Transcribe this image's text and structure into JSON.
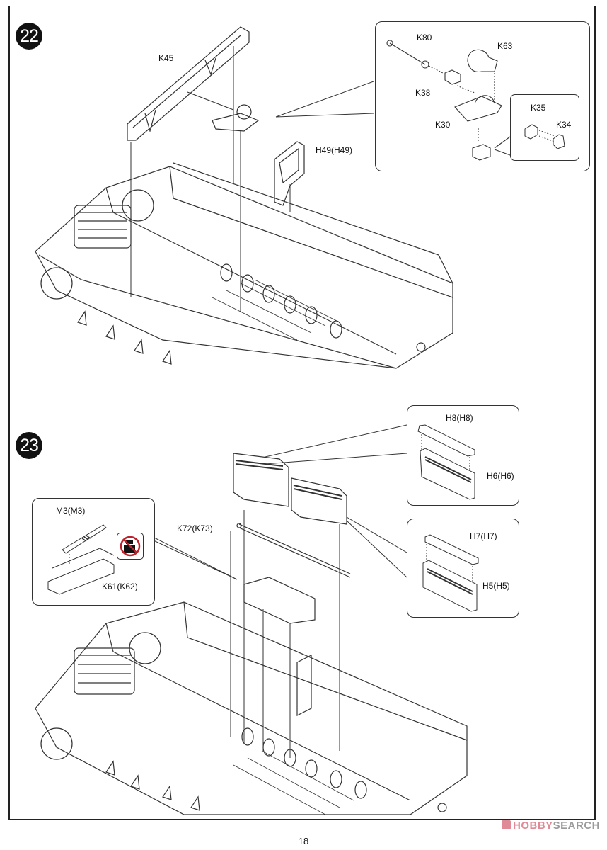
{
  "page": {
    "number": "18",
    "watermark": {
      "brand_a": "HOBBY",
      "brand_b": "SEARCH",
      "accent_color": "#e08a97"
    }
  },
  "steps": [
    {
      "number": "22",
      "labels": {
        "k45": "K45",
        "h49": "H49(H49)"
      },
      "callout": {
        "labels": {
          "k80": "K80",
          "k63": "K63",
          "k38": "K38",
          "k30": "K30"
        },
        "subcallout": {
          "labels": {
            "k35": "K35",
            "k34": "K34"
          }
        }
      }
    },
    {
      "number": "23",
      "labels": {
        "k72": "K72(K73)"
      },
      "callout_ammo": {
        "labels": {
          "m3": "M3(M3)",
          "k61": "K61(K62)"
        },
        "icon": "no-glue-icon"
      },
      "callout_upper": {
        "labels": {
          "h8": "H8(H8)",
          "h6": "H6(H6)"
        }
      },
      "callout_lower": {
        "labels": {
          "h7": "H7(H7)",
          "h5": "H5(H5)"
        }
      }
    }
  ]
}
